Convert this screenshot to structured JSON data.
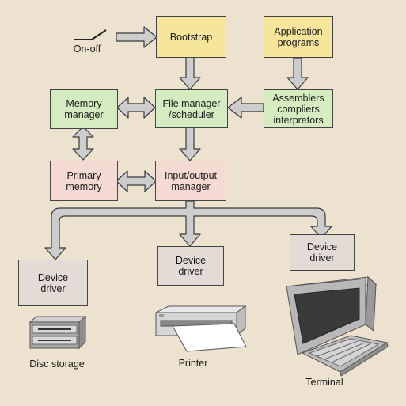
{
  "nodes": {
    "bootstrap": "Bootstrap",
    "application_programs": "Application\nprograms",
    "memory_manager": "Memory\nmanager",
    "file_manager": "File manager\n/scheduler",
    "assemblers": "Assemblers\ncompliers\ninterpretors",
    "primary_memory": "Primary\nmemory",
    "io_manager": "Input/output\nmanager",
    "device_driver_left": "Device\ndriver",
    "device_driver_center": "Device\ndriver",
    "device_driver_right": "Device\ndriver"
  },
  "labels": {
    "on_off": "On-off",
    "disc_storage": "Disc storage",
    "printer": "Printer",
    "terminal": "Terminal"
  },
  "colors": {
    "yellow": "#f5e69c",
    "green": "#d4ecc0",
    "pink": "#f5d9d3",
    "gray": "#e3dcd6",
    "arrow_fill": "#cdcdcd",
    "background": "#ede1cf"
  }
}
